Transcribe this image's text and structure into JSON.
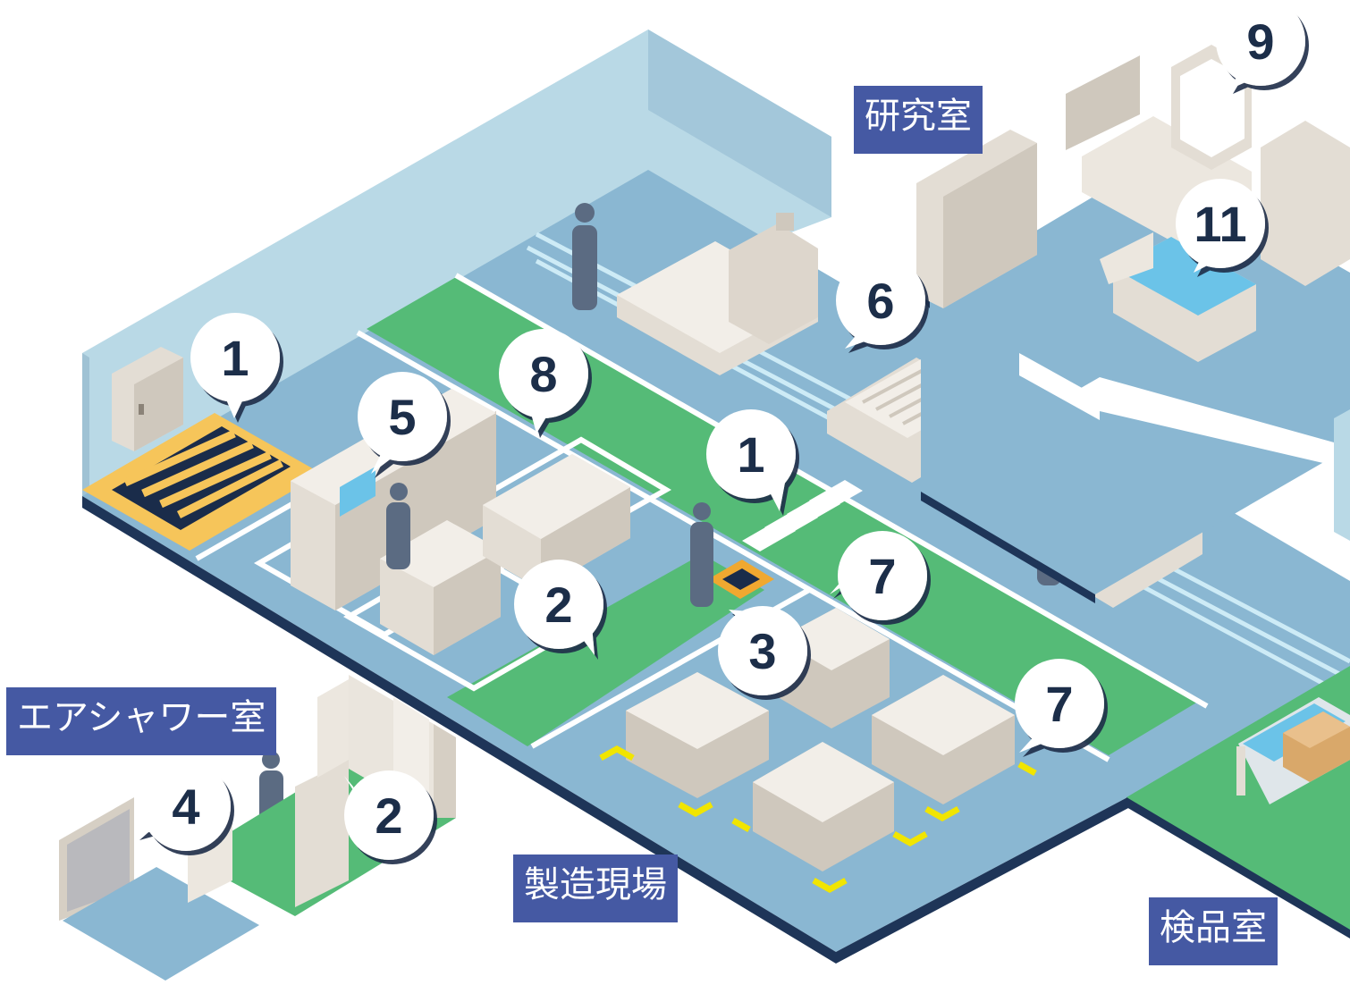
{
  "rooms": {
    "research": "研究室",
    "air_shower": "エアシャワー室",
    "manufacturing": "製造現場",
    "inspection": "検品室"
  },
  "callouts": [
    {
      "id": "c1a",
      "label": "1"
    },
    {
      "id": "c1b",
      "label": "1"
    },
    {
      "id": "c2a",
      "label": "2"
    },
    {
      "id": "c2b",
      "label": "2"
    },
    {
      "id": "c3",
      "label": "3"
    },
    {
      "id": "c4",
      "label": "4"
    },
    {
      "id": "c5",
      "label": "5"
    },
    {
      "id": "c6",
      "label": "6"
    },
    {
      "id": "c7a",
      "label": "7"
    },
    {
      "id": "c7b",
      "label": "7"
    },
    {
      "id": "c8",
      "label": "8"
    },
    {
      "id": "c9",
      "label": "9"
    },
    {
      "id": "c11",
      "label": "11"
    }
  ],
  "colors": {
    "floor_blue": "#8ab7d2",
    "wall_blue": "#b7d8e6",
    "walkway_green": "#55bb77",
    "label_bg": "#4559a3",
    "callout_text": "#1f2d4a",
    "hazard_yellow": "#f6c55a",
    "marker_yellow": "#f1e500"
  }
}
